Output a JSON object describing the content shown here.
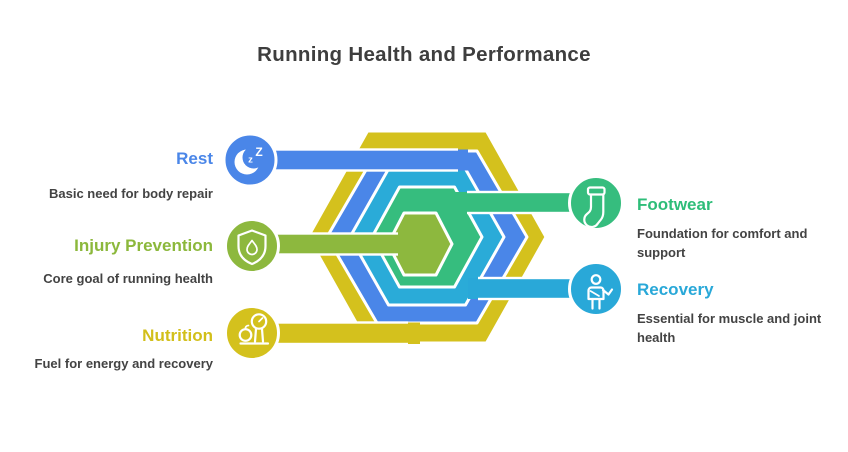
{
  "title": "Running Health and Performance",
  "items": [
    {
      "label": "Rest",
      "description": "Basic need for body repair",
      "color": "#4a86e8",
      "icon": "moon-zzz-icon",
      "side": "left"
    },
    {
      "label": "Injury Prevention",
      "description": "Core goal of running health",
      "color": "#8db83e",
      "icon": "shield-flame-icon",
      "side": "left"
    },
    {
      "label": "Nutrition",
      "description": "Fuel for energy and recovery",
      "color": "#d4c11d",
      "icon": "apple-scale-icon",
      "side": "left"
    },
    {
      "label": "Footwear",
      "description": "Foundation for comfort and support",
      "color": "#36bd7e",
      "icon": "sock-icon",
      "side": "right"
    },
    {
      "label": "Recovery",
      "description": "Essential for muscle and joint health",
      "color": "#29a8d8",
      "icon": "person-icon",
      "side": "right"
    }
  ],
  "hexagon": {
    "rings": [
      {
        "name": "outer-yellow",
        "color": "#d4c11d"
      },
      {
        "name": "blue",
        "color": "#4a86e8"
      },
      {
        "name": "cyan",
        "color": "#2aabd8"
      },
      {
        "name": "green",
        "color": "#36bd7e"
      },
      {
        "name": "center-olive",
        "color": "#8db83e"
      }
    ]
  },
  "icons": {
    "rest_zzz": [
      "Z",
      "z",
      "z"
    ]
  },
  "text_colors": {
    "title": "#3e3e3e",
    "description": "#434343"
  }
}
